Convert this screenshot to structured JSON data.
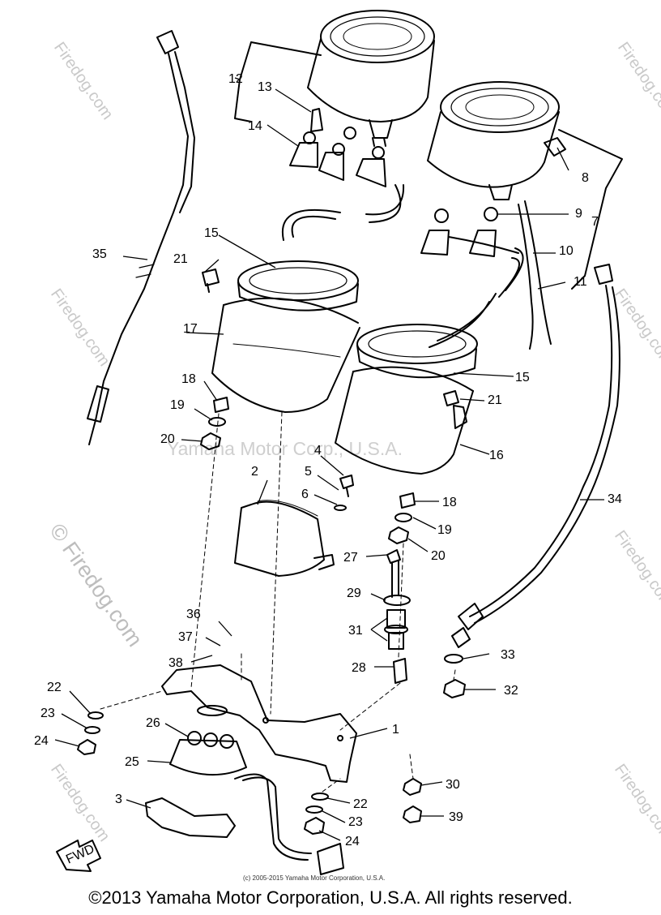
{
  "watermarks": {
    "site": "Firedog.com",
    "site_big": "© Firedog.com",
    "center": "Yamaha Motor Corp., U.S.A."
  },
  "small_copyright": "(c) 2005-2015 Yamaha Motor Corporation, U.S.A.",
  "copyright": "©2013 Yamaha Motor Corporation, U.S.A. All rights reserved.",
  "fwd_label": "FWD",
  "callouts": [
    "1",
    "2",
    "3",
    "4",
    "5",
    "6",
    "7",
    "8",
    "9",
    "10",
    "11",
    "12",
    "13",
    "14",
    "15",
    "15",
    "16",
    "17",
    "18",
    "18",
    "19",
    "19",
    "20",
    "20",
    "21",
    "21",
    "22",
    "22",
    "23",
    "23",
    "24",
    "24",
    "25",
    "26",
    "27",
    "28",
    "29",
    "30",
    "31",
    "32",
    "33",
    "34",
    "35",
    "36",
    "37",
    "38",
    "39"
  ]
}
